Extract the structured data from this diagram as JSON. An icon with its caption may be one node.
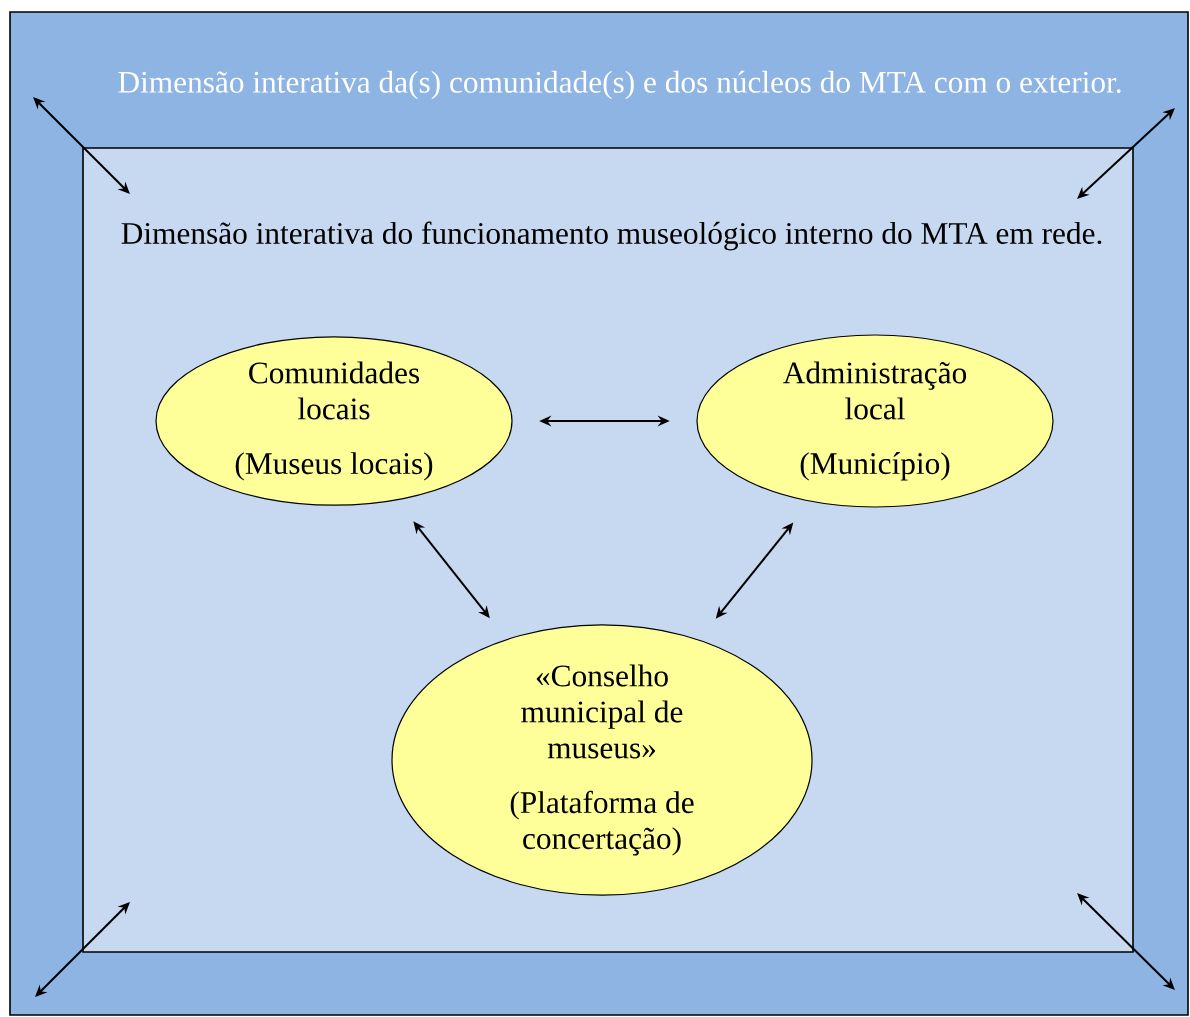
{
  "diagram": {
    "nodes": [
      {
        "text": [
          "Dimensão interativa da(s) comunidade(s) e dos núcleos do MTA com o exterior."
        ]
      },
      {
        "text": [
          "Dimensão interativa do funcionamento museológico interno do MTA em rede."
        ],
        "in": 0
      },
      {
        "text": [
          "Comunidades locais",
          "(Museus locais)"
        ],
        "in": 1
      },
      {
        "text": [
          "Administração local",
          "(Município)"
        ],
        "in": 1
      },
      {
        "text": [
          "«Conselho municipal de museus»",
          "(Plataforma de concertação)"
        ],
        "in": 1
      }
    ],
    "edges": [
      {
        "from": 2,
        "to": 3,
        "arrow": "both"
      },
      {
        "from": 2,
        "to": 4,
        "arrow": "both"
      },
      {
        "from": 3,
        "to": 4,
        "arrow": "both"
      },
      {
        "from": 0,
        "to": 1,
        "arrow": "both"
      },
      {
        "from": 0,
        "to": 1,
        "arrow": "both"
      },
      {
        "from": 0,
        "to": 1,
        "arrow": "both"
      },
      {
        "from": 0,
        "to": 1,
        "arrow": "both"
      }
    ]
  }
}
